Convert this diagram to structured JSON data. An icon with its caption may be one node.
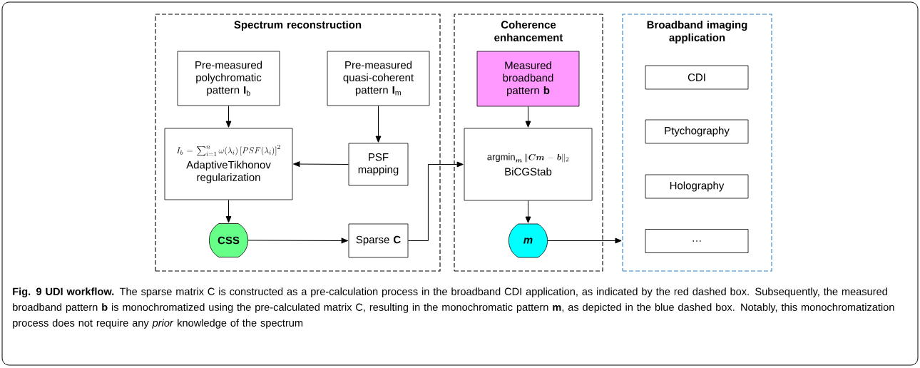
{
  "diagram": {
    "caption": "**Fig. 9 UDI workflow.** The sparse matrix C is constructed as a pre-calculation process in the broadband CDI application, as indicated by the red dashed box. Subsequently, the measured broadband pattern **b** is monochromatized using the pre-calculated matrix C, resulting in the monochromatic pattern **m**, as depicted in the blue dashed box. Notably, this monochromatization process does not require any *prior* knowledge of the spectrum",
    "nodes": [
      {
        "text": [
          "Spectrum reconstruction"
        ]
      },
      {
        "text": [
          "Pre-measured polychromatic pattern **I**$_{b}$"
        ],
        "in": 0
      },
      {
        "text": [
          "Pre-measured quasi-coherent pattern **I**$_{m}$"
        ],
        "in": 0
      },
      {
        "text": [
          "I_b = \\sum_{i=1}^{n} \\omega(\\lambda_i)\\left[PSF(\\lambda_i)\\right]^2",
          "AdaptiveTikhonov regularization"
        ],
        "in": 0
      },
      {
        "text": [
          "PSF mapping"
        ],
        "in": 0
      },
      {
        "text": [
          "CSS"
        ],
        "in": 0
      },
      {
        "text": [
          "Sparse **C**"
        ],
        "in": 0
      },
      {
        "text": [
          "Coherence enhancement"
        ]
      },
      {
        "text": [
          "Measured broadband pattern **b**"
        ],
        "in": 7
      },
      {
        "text": [
          "\\operatorname*{argmin}_{\\boldsymbol{m}} \\| \\boldsymbol{Cm} - \\boldsymbol{b} \\|_2",
          "BiCGStab"
        ],
        "in": 7
      },
      {
        "text": [
          "m"
        ],
        "in": 7
      },
      {
        "text": [
          "Broadband imaging application"
        ]
      },
      {
        "text": [
          "CDI"
        ],
        "in": 11
      },
      {
        "text": [
          "Ptychography"
        ],
        "in": 11
      },
      {
        "text": [
          "Holography"
        ],
        "in": 11
      },
      {
        "text": [
          "…"
        ],
        "in": 11
      }
    ],
    "edges": [
      {
        "from": 1,
        "to": 3,
        "arrow": "to"
      },
      {
        "from": 2,
        "to": 4,
        "arrow": "to"
      },
      {
        "from": 4,
        "to": 3,
        "arrow": "to"
      },
      {
        "from": 3,
        "to": 5,
        "arrow": "to"
      },
      {
        "from": 5,
        "to": 6,
        "arrow": "to"
      },
      {
        "from": 6,
        "to": 9,
        "arrow": "to"
      },
      {
        "from": 8,
        "to": 9,
        "arrow": "to"
      },
      {
        "from": 9,
        "to": 10,
        "arrow": "to"
      },
      {
        "from": 10,
        "to": 11,
        "arrow": "to"
      }
    ]
  }
}
